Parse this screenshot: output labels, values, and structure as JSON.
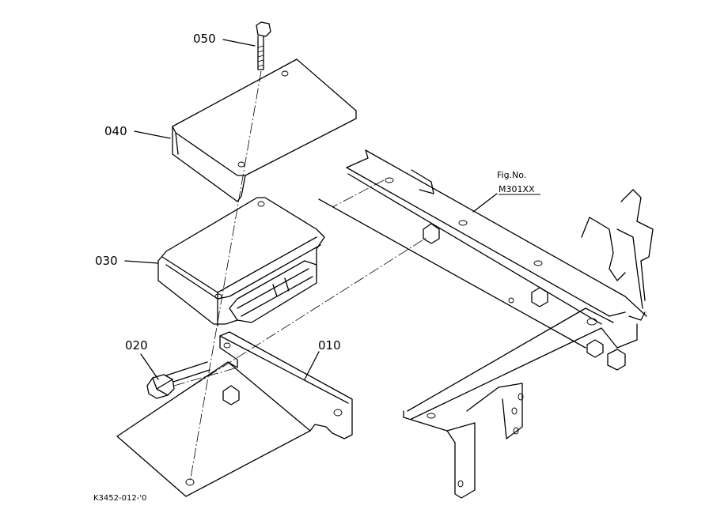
{
  "parts": [
    {
      "callout": "010"
    },
    {
      "callout": "020"
    },
    {
      "callout": "030"
    },
    {
      "callout": "040"
    },
    {
      "callout": "050"
    }
  ],
  "figure_reference": {
    "line1": "Fig.No.",
    "line2": "M301XX"
  },
  "drawing_code": "K3452-012-'0"
}
